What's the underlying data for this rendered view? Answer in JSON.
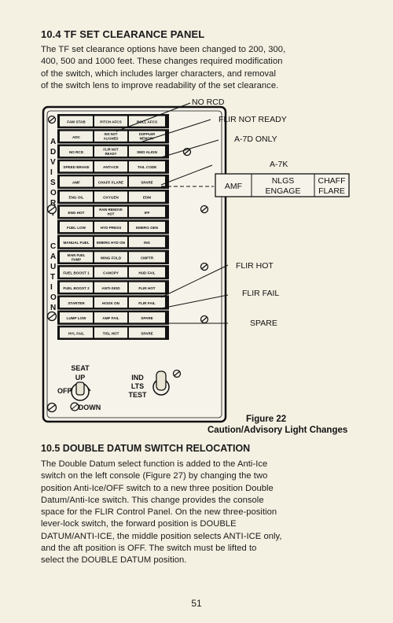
{
  "section1": {
    "heading": "10.4 TF SET CLEARANCE PANEL",
    "lines": [
      "The TF set clearance options have been changed to 200, 300,",
      "400, 500 and 1000 feet. These changes required modification",
      "of the switch, which includes larger characters, and removal",
      "of the switch lens to improve readability of the set clearance."
    ]
  },
  "figure": {
    "side_advisory": [
      "A",
      "D",
      "V",
      "I",
      "S",
      "O",
      "R",
      "Y"
    ],
    "side_caution": [
      "C",
      "A",
      "U",
      "T",
      "I",
      "O",
      "N"
    ],
    "rows": [
      [
        "FAW STAB",
        "PITCH AFCS",
        "ROLL AFCS"
      ],
      [
        "ADC",
        "INS NOT ALIGNED",
        "DOPPLER MEMORY"
      ],
      [
        "NO RCD",
        "FLIR NOT READY",
        "SMO ALIGN"
      ],
      [
        "SPEED BRAKE",
        "ANTI-ICE",
        "TAIL CODE"
      ],
      [
        "AMF",
        "CHAFF FLARE",
        "SPARE"
      ],
      [
        "ENG OIL",
        "OXYGEN",
        "EDM"
      ],
      [
        "ENG HOT",
        "RAIN REMOVE HOT",
        "IFF"
      ],
      [
        "FUEL LOW",
        "HYD PRESS",
        "EMERG GEN"
      ],
      [
        "MANUAL FUEL",
        "EMERG HYD ON",
        "INS"
      ],
      [
        "MAIN FUEL PUMP",
        "WING FOLD",
        "CMPTR"
      ],
      [
        "FUEL BOOST 1",
        "CANOPY",
        "HUD FAIL"
      ],
      [
        "FUEL BOOST 2",
        "ANTI-SKID",
        "FLIR HOT"
      ],
      [
        "STARTER",
        "HOOK ON",
        "FLIR FAIL"
      ],
      [
        "LUMP LOW",
        "AMF FAIL",
        "SPARE"
      ],
      [
        "HYL FAIL",
        "TISL HOT",
        "SPARE"
      ]
    ],
    "callouts": {
      "no_rcd": "NO RCD",
      "flir_not_ready": "FLIR NOT READY",
      "a7d_only": "A-7D ONLY",
      "a7k": "A-7K",
      "flir_hot": "FLIR HOT",
      "flir_fail": "FLIR FAIL",
      "spare": "SPARE"
    },
    "inset": {
      "amf": "AMF",
      "nlgs": "NLGS",
      "engage": "ENGAGE",
      "chaff": "CHAFF",
      "flare": "FLARE"
    },
    "switch": {
      "seat": "SEAT",
      "up": "UP",
      "off": "OFF",
      "down": "DOWN"
    },
    "ind_test": {
      "ind": "IND",
      "lts": "LTS",
      "test": "TEST"
    },
    "caption_number": "Figure 22",
    "caption_title": "Caution/Advisory Light Changes"
  },
  "section2": {
    "heading": "10.5 DOUBLE DATUM SWITCH RELOCATION",
    "lines": [
      "The Double Datum select function is added to the Anti-Ice",
      "switch on the left console (Figure 27) by changing the two",
      "position Anti-Ice/OFF switch to a new three position Double",
      "Datum/Anti-Ice switch. This change provides the console",
      "space for the FLIR Control Panel. On the new three-position",
      "lever-lock switch, the forward position is DOUBLE",
      "DATUM/ANTI-ICE, the middle position selects ANTI-ICE only,",
      "and the aft position is OFF. The switch must be lifted to",
      "select the DOUBLE DATUM position."
    ]
  },
  "page_number": "51"
}
